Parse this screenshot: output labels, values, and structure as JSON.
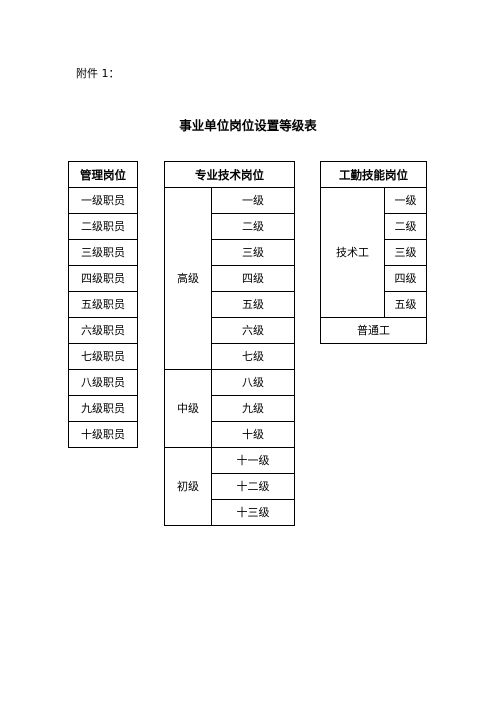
{
  "attachment_label": "附件 1：",
  "title": "事业单位岗位设置等级表",
  "management": {
    "header": "管理岗位",
    "rows": [
      "一级职员",
      "二级职员",
      "三级职员",
      "四级职员",
      "五级职员",
      "六级职员",
      "七级职员",
      "八级职员",
      "九级职员",
      "十级职员"
    ]
  },
  "professional": {
    "header": "专业技术岗位",
    "groups": [
      {
        "name": "高级",
        "levels": [
          "一级",
          "二级",
          "三级",
          "四级",
          "五级",
          "六级",
          "七级"
        ]
      },
      {
        "name": "中级",
        "levels": [
          "八级",
          "九级",
          "十级"
        ]
      },
      {
        "name": "初级",
        "levels": [
          "十一级",
          "十二级",
          "十三级"
        ]
      }
    ]
  },
  "worker": {
    "header": "工勤技能岗位",
    "skilled_group": "技术工",
    "skilled_levels": [
      "一级",
      "二级",
      "三级",
      "四级",
      "五级"
    ],
    "general": "普通工"
  }
}
